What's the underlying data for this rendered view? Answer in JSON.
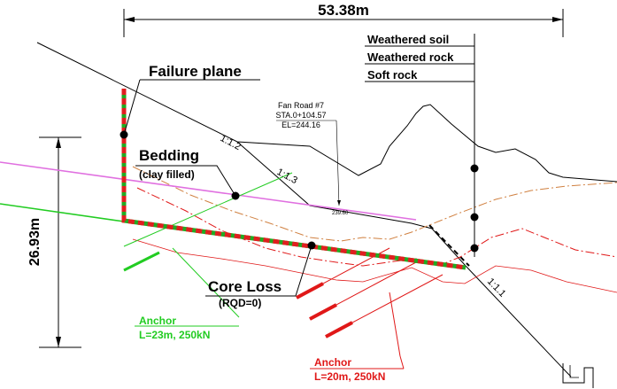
{
  "dimensions": {
    "width_label": "53.38m",
    "height_label": "26.93m"
  },
  "legend": {
    "items": [
      "Weathered soil",
      "Weathered rock",
      "Soft rock"
    ]
  },
  "labels": {
    "failure_plane": "Failure plane",
    "bedding": "Bedding",
    "bedding_sub": "(clay filled)",
    "core_loss": "Core Loss",
    "core_loss_sub": "(RQD=0)",
    "anchor_green": "Anchor",
    "anchor_green_spec": "L=23m, 250kN",
    "anchor_red": "Anchor",
    "anchor_red_spec": "L=20m, 250kN",
    "road_name": "Fan Road #7",
    "road_station": "STA.0+104.57",
    "road_elevation": "EL=244.16",
    "road_small": "239.60",
    "slope_1": "1:1.2",
    "slope_2": "1:1.3",
    "slope_3": "1:1.1"
  },
  "colors": {
    "failure": "#e02020",
    "bedding": "#e070e0",
    "green_anchor": "#22cc22",
    "red_anchor": "#e01818",
    "orange_line": "#d08040",
    "ground": "#000000"
  }
}
